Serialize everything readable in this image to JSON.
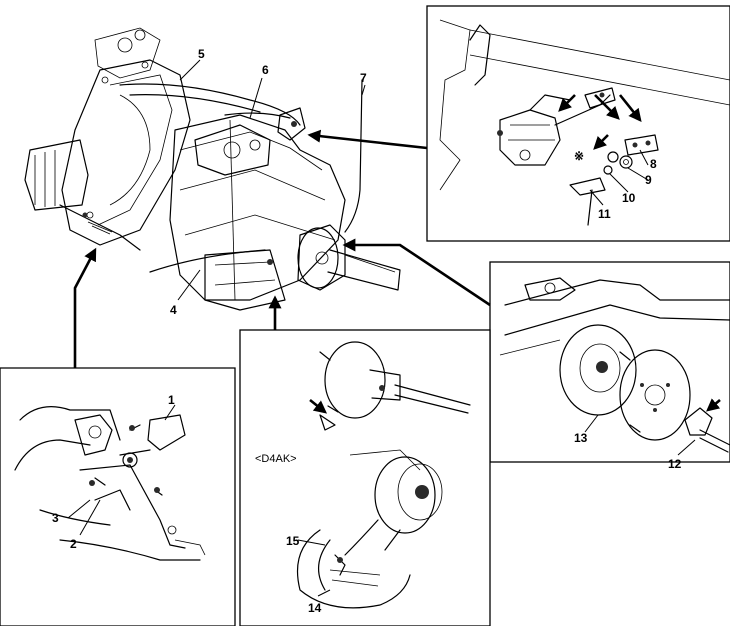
{
  "callouts": {
    "n1": "1",
    "n2": "2",
    "n3": "3",
    "n4": "4",
    "n5": "5",
    "n6": "6",
    "n7": "7",
    "n8": "8",
    "n9": "9",
    "n10": "10",
    "n11": "11",
    "n12": "12",
    "n13": "13",
    "n14": "14",
    "n15": "15"
  },
  "variant_label": "<D4AK>",
  "marks": {
    "asterisk": "※"
  }
}
